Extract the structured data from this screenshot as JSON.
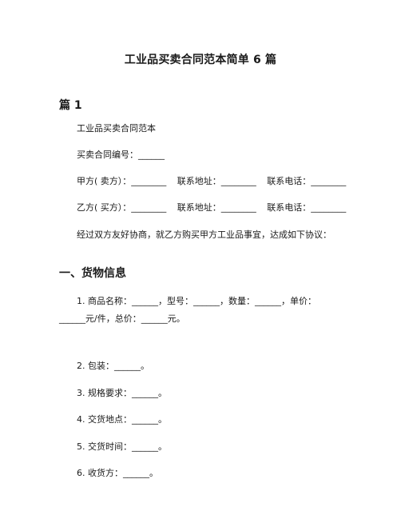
{
  "document": {
    "title": "工业品买卖合同范本简单 6 篇",
    "chapter_heading": "篇 1",
    "contract_title": "工业品买卖合同范本",
    "contract_number": "买卖合同编号：______",
    "party_a": {
      "name": "甲方(  卖方）：________",
      "address": "联系地址：________",
      "phone": "联系电话：________"
    },
    "party_b": {
      "name": "乙方(  买方）：________",
      "address": "联系地址：________",
      "phone": "联系电话：________"
    },
    "intro": "经过双方友好协商，就乙方购买甲方工业品事宜，达成如下协议：",
    "section1_heading": "一、货物信息",
    "items": [
      "1.  商品名称：______，型号：______，数量：______，单价：______元/件，总价：______元。",
      "2.  包装：______。",
      "3.  规格要求：______。",
      "4.  交货地点：______。",
      "5.  交货时间：______。",
      "6.  收货方：______。"
    ]
  }
}
